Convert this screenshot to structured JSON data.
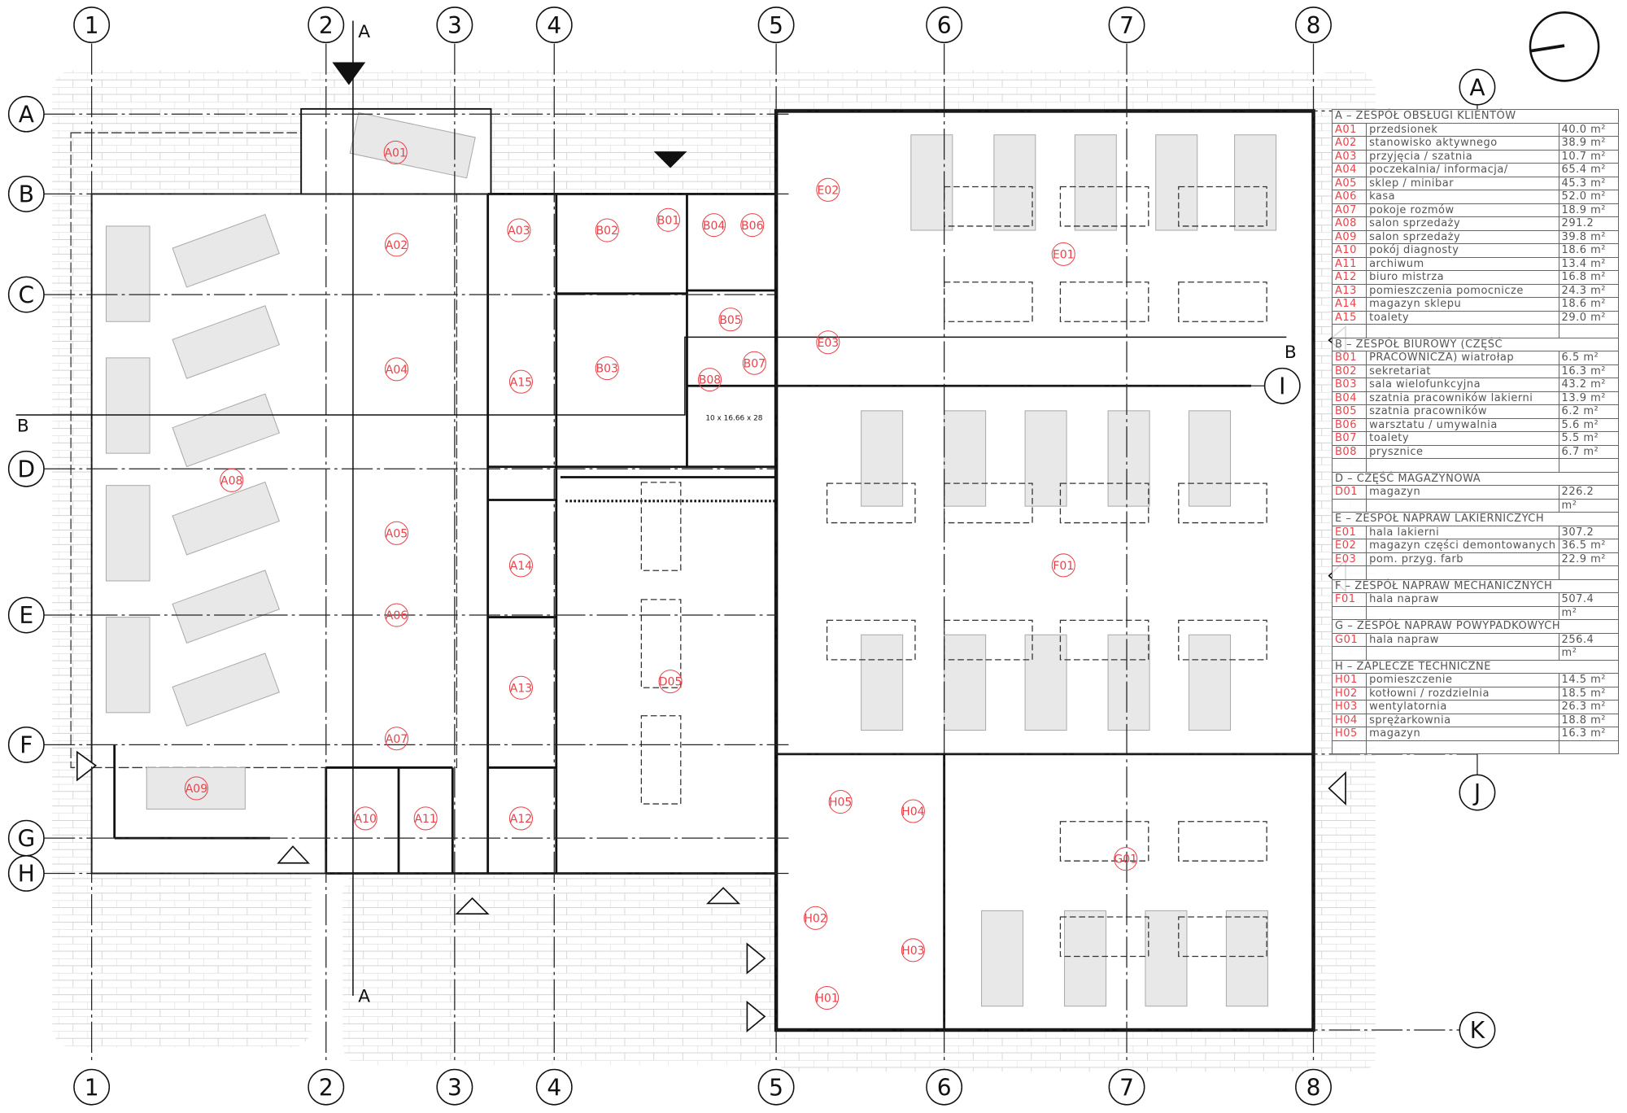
{
  "grid": {
    "columns": [
      "1",
      "2",
      "3",
      "4",
      "5",
      "6",
      "7",
      "8"
    ],
    "rows": [
      "A",
      "B",
      "C",
      "D",
      "E",
      "F",
      "G",
      "H"
    ],
    "extra_axes": [
      "A",
      "I",
      "J",
      "K"
    ],
    "section_marks": [
      "A",
      "A",
      "B",
      "B"
    ]
  },
  "dimension_note": "10 x 16.66 x 28",
  "rooms": [
    "A01",
    "A02",
    "A03",
    "A04",
    "A05",
    "A06",
    "A07",
    "A08",
    "A09",
    "A10",
    "A11",
    "A12",
    "A13",
    "A14",
    "A15",
    "B01",
    "B02",
    "B03",
    "B04",
    "B05",
    "B06",
    "B07",
    "B08",
    "D05",
    "E01",
    "E02",
    "E03",
    "F01",
    "G01",
    "H01",
    "H02",
    "H03",
    "H04",
    "H05"
  ],
  "legend": [
    {
      "type": "header",
      "text": "A – ZESPÓŁ OBSŁUGI KLIENTÓW"
    },
    {
      "code": "A01",
      "name": "przedsionek",
      "area": "40.0 m²"
    },
    {
      "code": "A02",
      "name": "stanowisko aktywnego",
      "area": "38.9 m²"
    },
    {
      "code": "A03",
      "name": "przyjęcia / szatnia",
      "area": "10.7 m²"
    },
    {
      "code": "A04",
      "name": "poczekalnia/ informacja/",
      "area": "65.4 m²"
    },
    {
      "code": "A05",
      "name": "sklep / minibar",
      "area": "45.3 m²"
    },
    {
      "code": "A06",
      "name": "kasa",
      "area": "52.0 m²"
    },
    {
      "code": "A07",
      "name": "pokoje rozmów",
      "area": "18.9 m²"
    },
    {
      "code": "A08",
      "name": "salon sprzedaży",
      "area": "291.2"
    },
    {
      "code": "A09",
      "name": "salon sprzedaży",
      "area": "39.8 m²"
    },
    {
      "code": "A10",
      "name": "pokój diagnosty",
      "area": "18.6 m²"
    },
    {
      "code": "A11",
      "name": "archiwum",
      "area": "13.4 m²"
    },
    {
      "code": "A12",
      "name": "biuro mistrza",
      "area": "16.8 m²"
    },
    {
      "code": "A13",
      "name": "pomieszczenia pomocnicze",
      "area": "24.3 m²"
    },
    {
      "code": "A14",
      "name": "magazyn sklepu",
      "area": "18.6 m²"
    },
    {
      "code": "A15",
      "name": "toalety",
      "area": "29.0 m²"
    },
    {
      "type": "blank"
    },
    {
      "type": "header",
      "text": "B – ZESPÓŁ BIUROWY (CZĘŚĆ"
    },
    {
      "code": "B01",
      "name": "PRACOWNICZA) wiatrołap",
      "area": "6.5 m²"
    },
    {
      "code": "B02",
      "name": "sekretariat",
      "area": "16.3 m²"
    },
    {
      "code": "B03",
      "name": "sala wielofunkcyjna",
      "area": "43.2 m²"
    },
    {
      "code": "B04",
      "name": "szatnia pracowników lakierni",
      "area": "13.9 m²"
    },
    {
      "code": "B05",
      "name": "szatnia pracowników",
      "area": "6.2 m²"
    },
    {
      "code": "B06",
      "name": "warsztatu / umywalnia",
      "area": "5.6 m²"
    },
    {
      "code": "B07",
      "name": "toalety",
      "area": "5.5 m²"
    },
    {
      "code": "B08",
      "name": "prysznice",
      "area": "6.7 m²"
    },
    {
      "type": "blank"
    },
    {
      "type": "header",
      "text": "D – CZĘŚĆ MAGAZYNOWA"
    },
    {
      "code": "D01",
      "name": "magazyn",
      "area": "226.2"
    },
    {
      "type": "cont",
      "area": "m²"
    },
    {
      "type": "header",
      "text": "E – ZESPÓŁ NAPRAW LAKIERNICZYCH"
    },
    {
      "code": "E01",
      "name": "hala lakierni",
      "area": "307.2"
    },
    {
      "code": "E02",
      "name": "magazyn części demontowanych",
      "area": "36.5 m²"
    },
    {
      "code": "E03",
      "name": "pom. przyg. farb",
      "area": "22.9 m²"
    },
    {
      "type": "blank"
    },
    {
      "type": "header",
      "text": "F – ZESPÓŁ NAPRAW MECHANICZNYCH"
    },
    {
      "code": "F01",
      "name": "hala napraw",
      "area": "507.4"
    },
    {
      "type": "cont",
      "area": "m²"
    },
    {
      "type": "header",
      "text": "G – ZESPÓŁ NAPRAW POWYPADKOWYCH"
    },
    {
      "code": "G01",
      "name": "hala napraw",
      "area": "256.4"
    },
    {
      "type": "cont",
      "area": "m²"
    },
    {
      "type": "header",
      "text": "H – ZAPLECZE TECHNICZNE"
    },
    {
      "code": "H01",
      "name": "pomieszczenie",
      "area": "14.5 m²"
    },
    {
      "code": "H02",
      "name": "kotłowni / rozdzielnia",
      "area": "18.5 m²"
    },
    {
      "code": "H03",
      "name": "wentylatornia",
      "area": "26.3 m²"
    },
    {
      "code": "H04",
      "name": "sprężarkownia",
      "area": "18.8 m²"
    },
    {
      "code": "H05",
      "name": "magazyn",
      "area": "16.3 m²"
    },
    {
      "type": "blank"
    }
  ]
}
